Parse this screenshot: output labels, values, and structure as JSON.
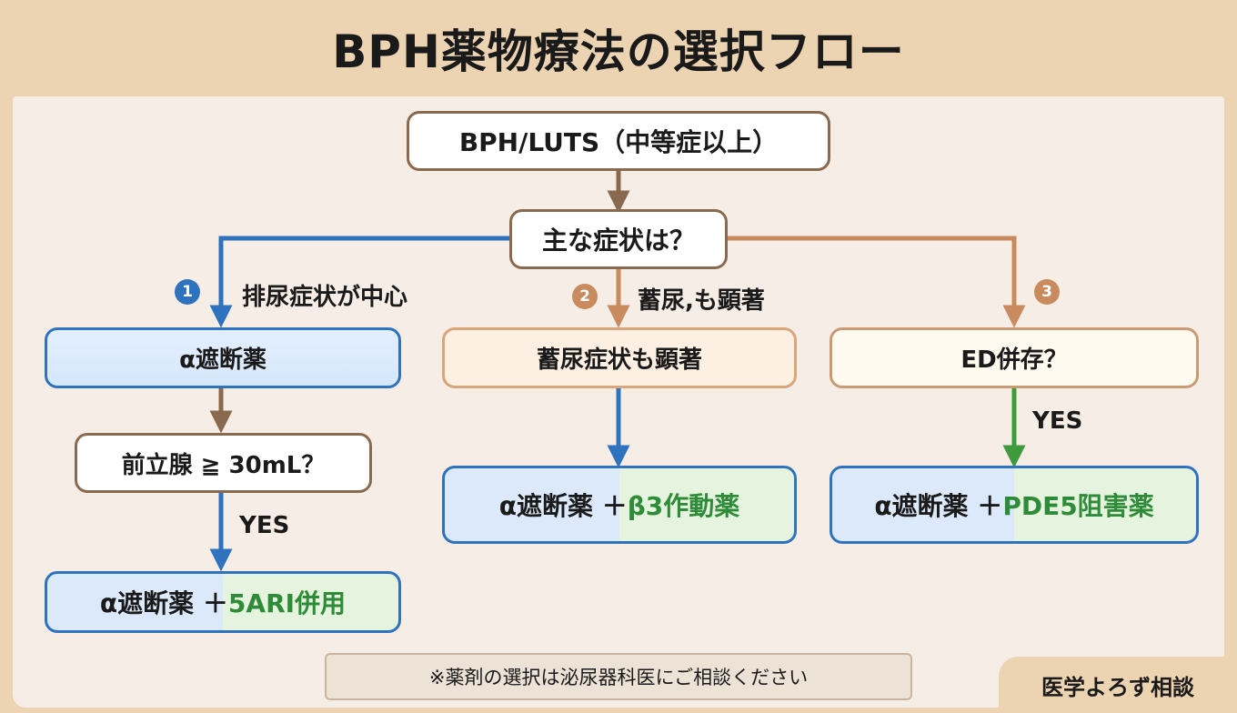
{
  "title": "BPH薬物療法の選択フロー",
  "nodes": {
    "start": "BPH/LUTS（中等症以上）",
    "question": "主な症状は？",
    "alpha": "α遮断薬",
    "prostate": "前立腺 ≧ 30mL？",
    "alpha_5ari_a": "α遮断薬 ＋ ",
    "alpha_5ari_b": "5ARI併用",
    "storage": "蓄尿症状も顕著",
    "alpha_beta3_a": "α遮断薬 ＋ ",
    "alpha_beta3_b": "β3作動薬",
    "ed": "ED併存？",
    "alpha_pde5_a": "α遮断薬 ＋ ",
    "alpha_pde5_b": "PDE5阻害薬"
  },
  "branches": {
    "b1_num": "1",
    "b1_label": "排尿症状が中心",
    "b2_num": "2",
    "b2_label": "蓄尿,も顕著",
    "b3_num": "3"
  },
  "yes_labels": {
    "left": "YES",
    "right": "YES"
  },
  "note": "※薬剤の選択は泌尿器科医にご相談ください",
  "brand": "医学よろず相談",
  "colors": {
    "brown": "#8a6a4e",
    "blue": "#2f73bf",
    "orange": "#c98a5e",
    "green": "#3e9a3c"
  }
}
